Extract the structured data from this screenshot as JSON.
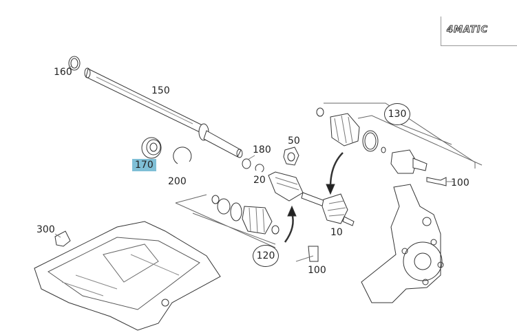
{
  "logo": {
    "text": "4MATIC"
  },
  "highlight_color": "#7fbfd6",
  "callouts": {
    "p160": "160",
    "p150": "150",
    "p170": "170",
    "p200": "200",
    "p180": "180",
    "p20": "20",
    "p50": "50",
    "p130": "130",
    "p100a": "100",
    "p10": "10",
    "p120": "120",
    "p100b": "100",
    "p300": "300"
  }
}
